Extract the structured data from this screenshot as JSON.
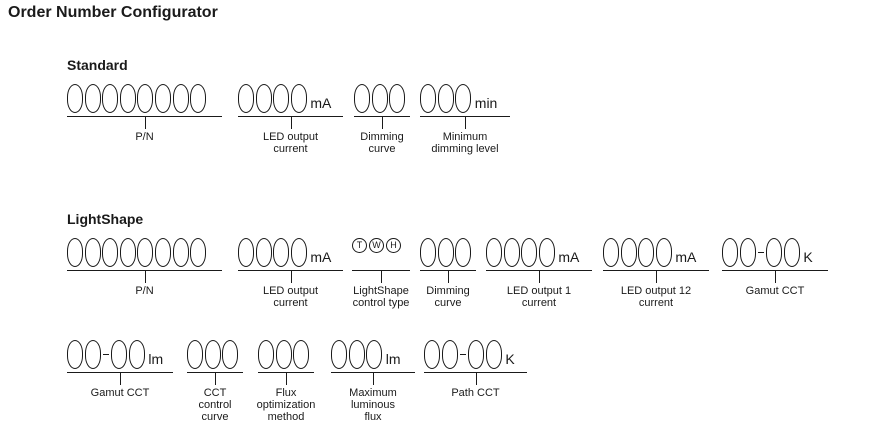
{
  "title": "Order Number Configurator",
  "sections": {
    "standard": {
      "heading": "Standard",
      "fields": [
        {
          "slots": 8,
          "unit": "",
          "label": "P/N"
        },
        {
          "slots": 4,
          "unit": "mA",
          "label": "LED output\ncurrent"
        },
        {
          "slots": 3,
          "unit": "",
          "label": "Dimming\ncurve"
        },
        {
          "slots": 3,
          "unit": "min",
          "label": "Minimum\ndimming level"
        }
      ]
    },
    "lightshape": {
      "heading": "LightShape",
      "row1": [
        {
          "slots": 8,
          "unit": "",
          "label": "P/N"
        },
        {
          "slots": 4,
          "unit": "mA",
          "label": "LED output\ncurrent"
        },
        {
          "letters": [
            "T",
            "W",
            "H"
          ],
          "label": "LightShape\ncontrol type"
        },
        {
          "slots": 3,
          "unit": "",
          "label": "Dimming\ncurve"
        },
        {
          "slots": 4,
          "unit": "mA",
          "label": "LED output 1\ncurrent"
        },
        {
          "slots": 4,
          "unit": "mA",
          "label": "LED output 12\ncurrent"
        },
        {
          "slots": 2,
          "dash": true,
          "unit": "K",
          "label": "Gamut CCT"
        }
      ],
      "row2": [
        {
          "slots": 2,
          "dash": true,
          "unit": "lm",
          "label": "Gamut CCT"
        },
        {
          "slots": 3,
          "unit": "",
          "label": "CCT\ncontrol\ncurve"
        },
        {
          "slots": 3,
          "unit": "",
          "label": "Flux\noptimization\nmethod"
        },
        {
          "slots": 3,
          "unit": "lm",
          "label": "Maximum\nluminous\nflux"
        },
        {
          "slots": 2,
          "dash": true,
          "unit": "K",
          "label": "Path CCT"
        }
      ]
    }
  }
}
